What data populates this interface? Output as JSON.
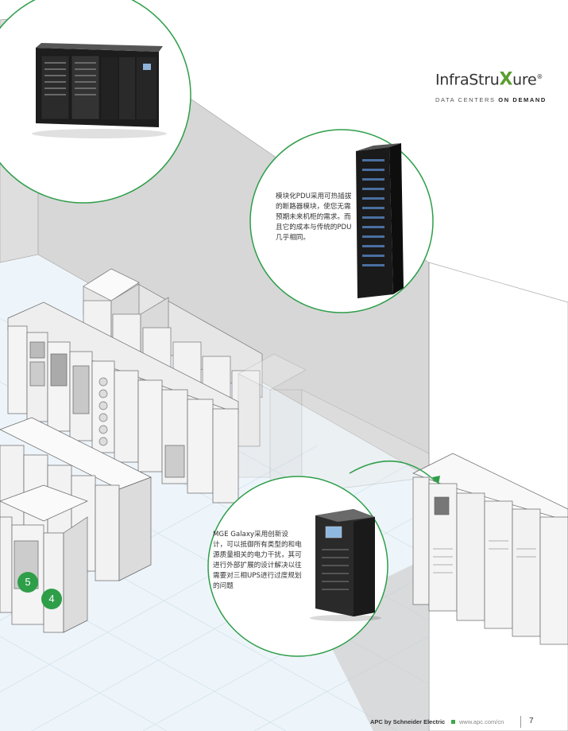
{
  "logo": {
    "wordmark_left": "InfraStru",
    "wordmark_x": "X",
    "wordmark_right": "ure",
    "trademark": "®",
    "tagline_light": "DATA CENTERS",
    "tagline_bold": "ON DEMAND"
  },
  "callouts": {
    "pdu": "模块化PDU采用可热插拔的断路器模块，使您无需预期未来机柜的需求。而且它的成本与传统的PDU几乎相同。",
    "ups": "MGE  Galaxy采用创新设计，可以抵御所有类型的和电源质量相关的电力干扰，其可进行外部扩展的设计解决以往需要对三相UPS进行过度规划的问题"
  },
  "badges": [
    "5",
    "4"
  ],
  "footer": {
    "brand": "APC by Schneider Electric",
    "url": "www.apc.com/cn",
    "page_number": "7"
  },
  "colors": {
    "accent_green": "#2e9e49",
    "wall_gray": "#d7d7d7",
    "floor_blue": "#eef5fa",
    "cabinet_light": "#f2f2f2"
  }
}
